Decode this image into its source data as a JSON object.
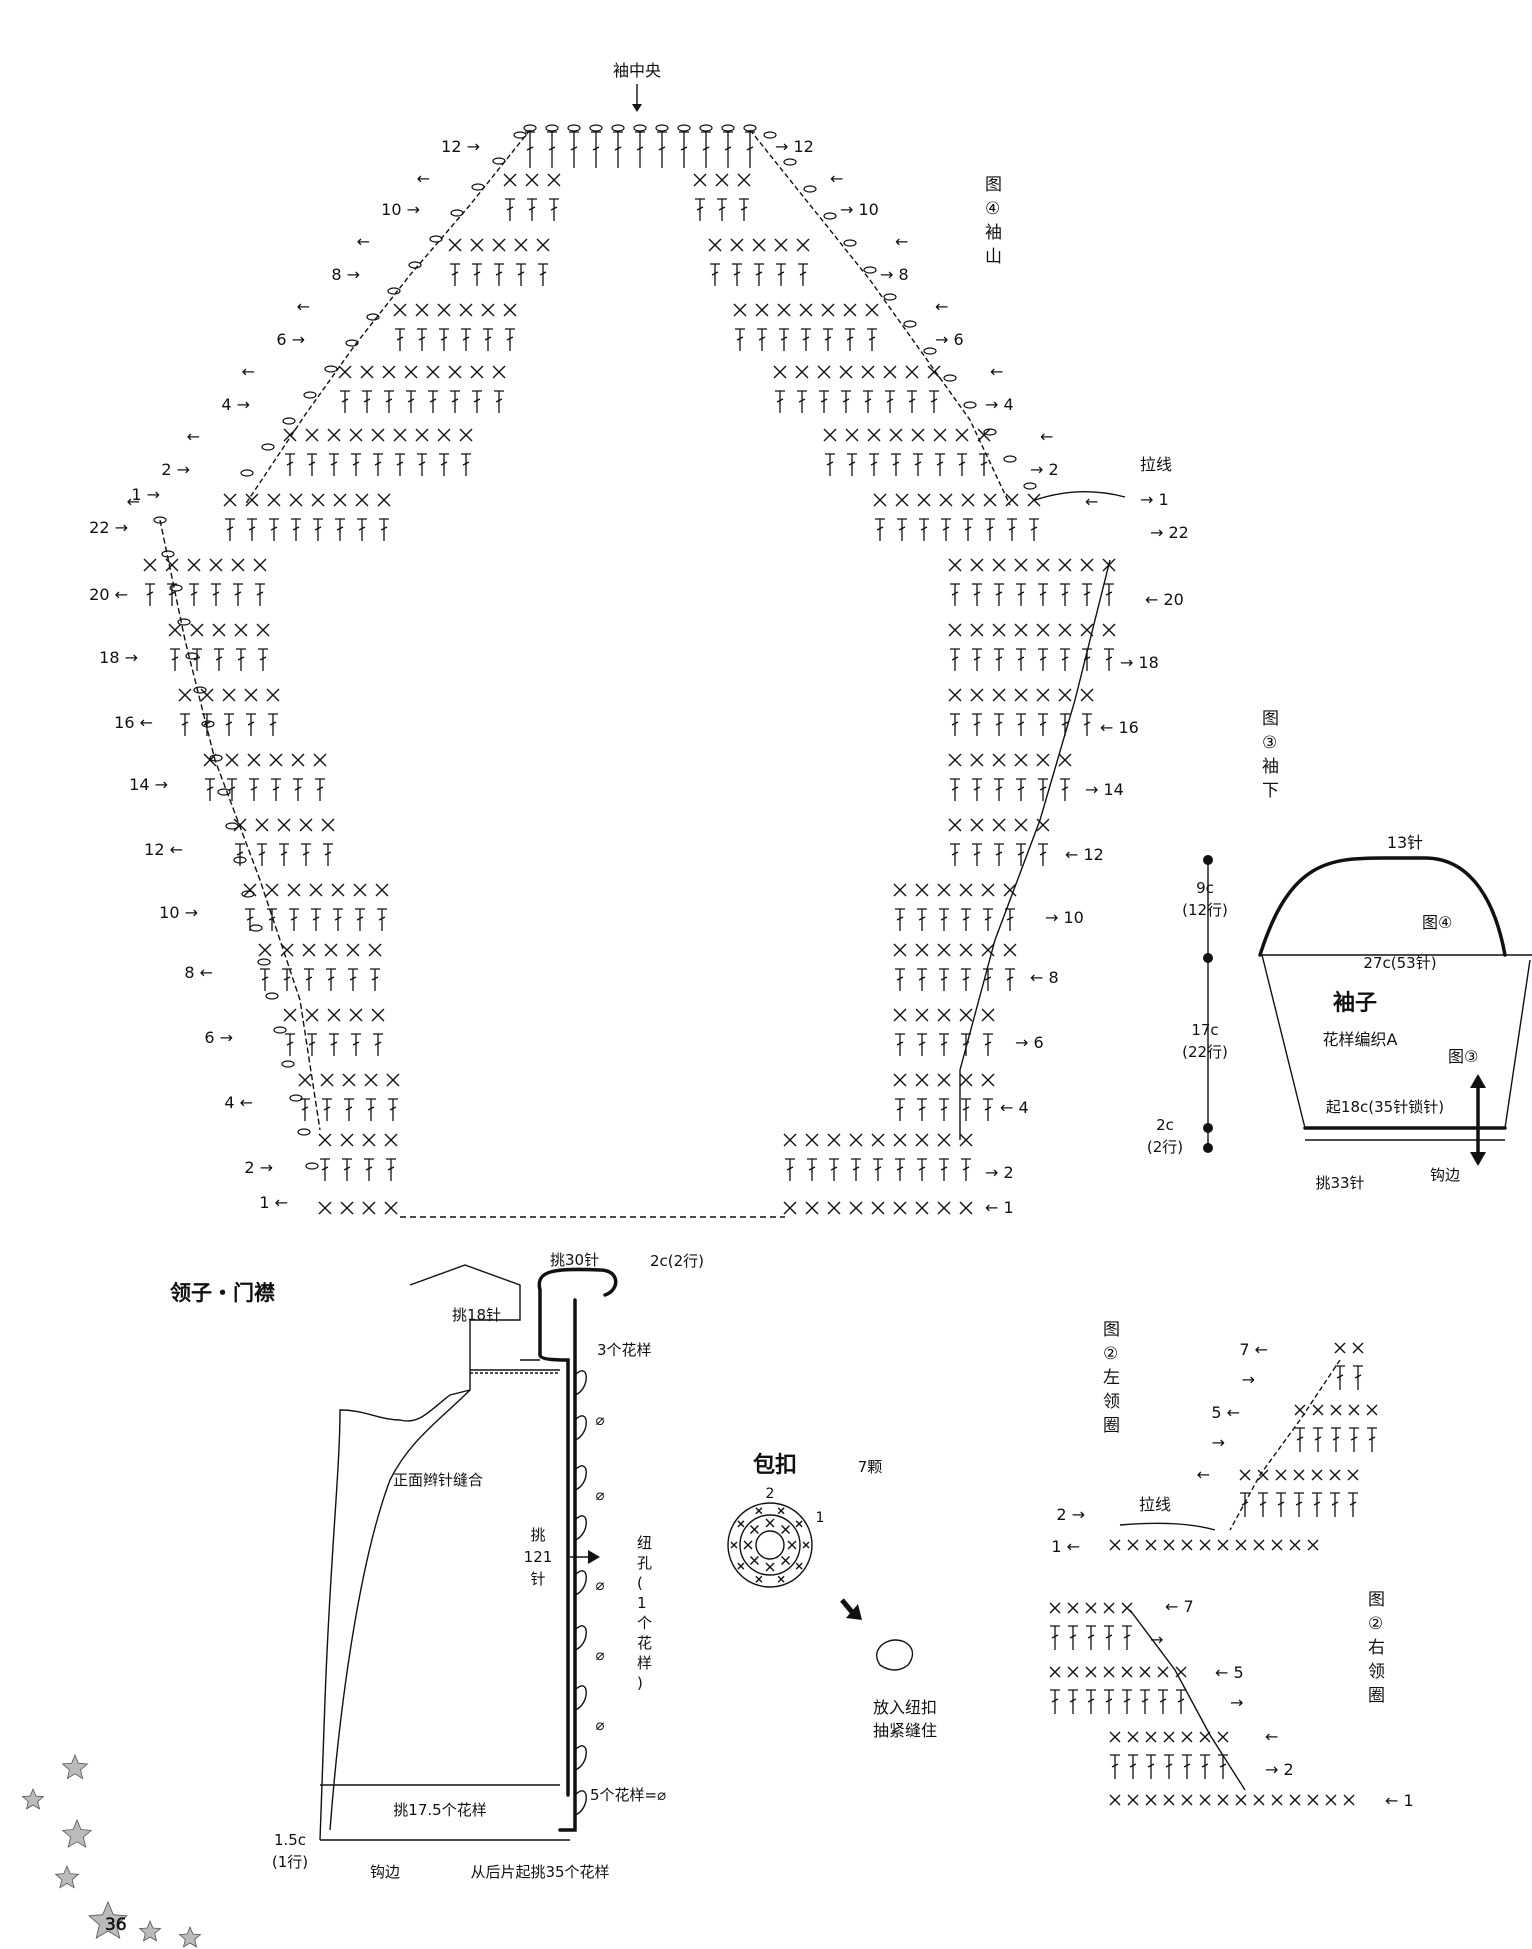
{
  "sleeve_top_chart": {
    "center_label": "袖中央",
    "title": "图④袖山",
    "pull_label": "拉线",
    "left_rows": [
      "12",
      "10",
      "8",
      "6",
      "4",
      "2",
      "1"
    ],
    "right_rows": [
      "12",
      "10",
      "8",
      "6",
      "4",
      "2",
      "1"
    ]
  },
  "sleeve_bottom_chart": {
    "title": "图③袖下",
    "left_rows": [
      "22",
      "20",
      "18",
      "16",
      "14",
      "12",
      "10",
      "8",
      "6",
      "4",
      "2",
      "1"
    ],
    "right_rows": [
      "22",
      "20",
      "18",
      "16",
      "14",
      "12",
      "10",
      "8",
      "6",
      "4",
      "2",
      "1"
    ]
  },
  "sleeve_schematic": {
    "title": "袖子",
    "pattern": "花样编织A",
    "top_stitches": "13针",
    "fig4_ref": "图④",
    "fig3_ref": "图③",
    "width": "27c(53针)",
    "start": "起18c(35针锁针)",
    "pickup": "挑33针",
    "edging": "钩边",
    "dim1_value": "9c",
    "dim1_rows": "(12行)",
    "dim2_value": "17c",
    "dim2_rows": "(22行)",
    "dim3_value": "2c",
    "dim3_rows": "(2行)"
  },
  "collar": {
    "title": "领子・门襟",
    "pick30": "挑30针",
    "rows2": "2c(2行)",
    "pick18": "挑18针",
    "patterns3": "3个花样",
    "backstitch": "正面辫针缝合",
    "pick121_a": "挑",
    "pick121_b": "121",
    "pick121_c": "针",
    "buttonhole": "纽孔(1个花样)",
    "patterns5": "5个花样=⌀",
    "pick17": "挑17.5个花样",
    "dim_value": "1.5c",
    "dim_rows": "(1行)",
    "edging": "钩边",
    "from_back": "从后片起挑35个花样"
  },
  "button": {
    "title": "包扣",
    "count": "7颗",
    "row2": "2",
    "row1": "1",
    "instruction_1": "放入纽扣",
    "instruction_2": "抽紧缝住"
  },
  "left_neck_chart": {
    "title": "图②左领圈",
    "pull_label": "拉线",
    "rows": [
      "7",
      "5",
      "2",
      "1"
    ]
  },
  "right_neck_chart": {
    "title": "图②右领圈",
    "rows": [
      "7",
      "5",
      "2",
      "1"
    ]
  },
  "page_number": "36"
}
